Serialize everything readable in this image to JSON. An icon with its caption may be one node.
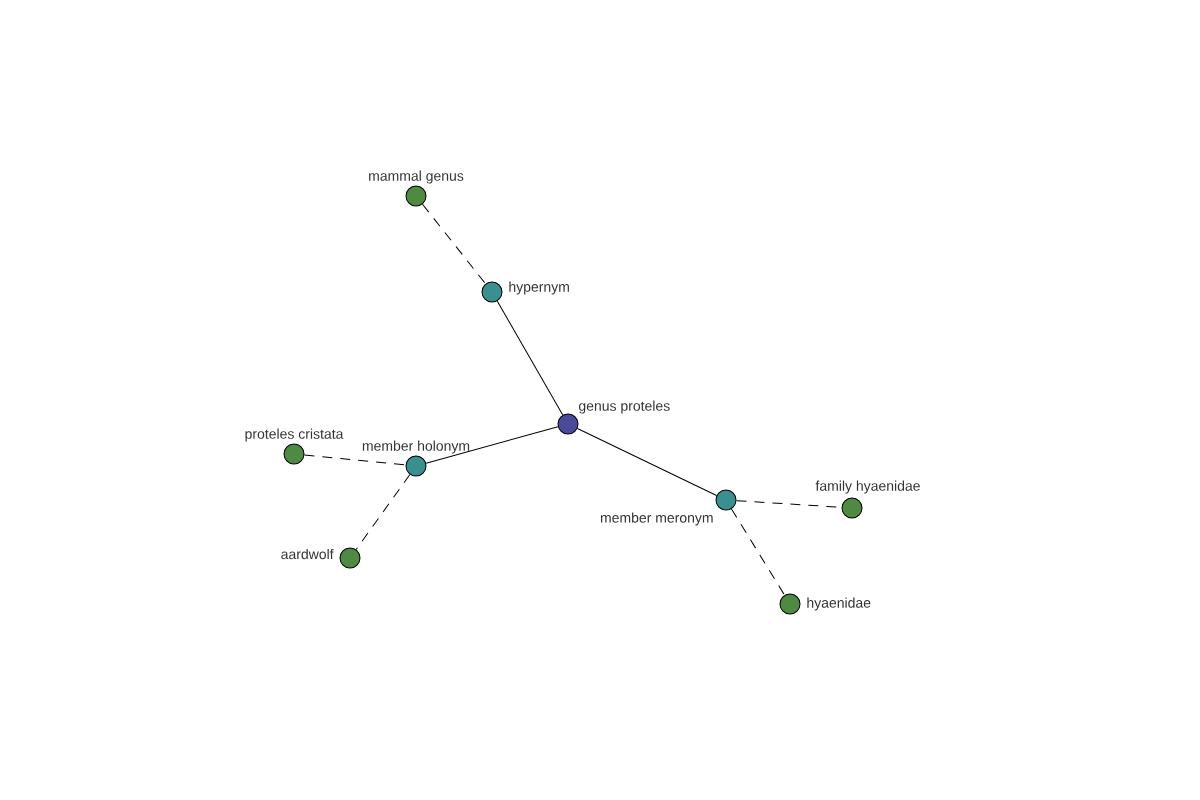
{
  "diagram": {
    "nodes": [
      {
        "text": [
          "mammal genus"
        ]
      },
      {
        "text": [
          "hypernym"
        ]
      },
      {
        "text": [
          "genus proteles"
        ]
      },
      {
        "text": [
          "proteles cristata"
        ]
      },
      {
        "text": [
          "member holonym"
        ]
      },
      {
        "text": [
          "aardwolf"
        ]
      },
      {
        "text": [
          "member meronym"
        ]
      },
      {
        "text": [
          "family hyaenidae"
        ]
      },
      {
        "text": [
          "hyaenidae"
        ]
      }
    ],
    "edges": [
      {
        "from": 0,
        "to": 1,
        "arrow": "none",
        "style": "dashed"
      },
      {
        "from": 1,
        "to": 2,
        "arrow": "none"
      },
      {
        "from": 2,
        "to": 4,
        "arrow": "none"
      },
      {
        "from": 3,
        "to": 4,
        "arrow": "none",
        "style": "dashed"
      },
      {
        "from": 4,
        "to": 5,
        "arrow": "none",
        "style": "dashed"
      },
      {
        "from": 2,
        "to": 6,
        "arrow": "none"
      },
      {
        "from": 6,
        "to": 7,
        "arrow": "none",
        "style": "dashed"
      },
      {
        "from": 6,
        "to": 8,
        "arrow": "none",
        "style": "dashed"
      }
    ]
  }
}
